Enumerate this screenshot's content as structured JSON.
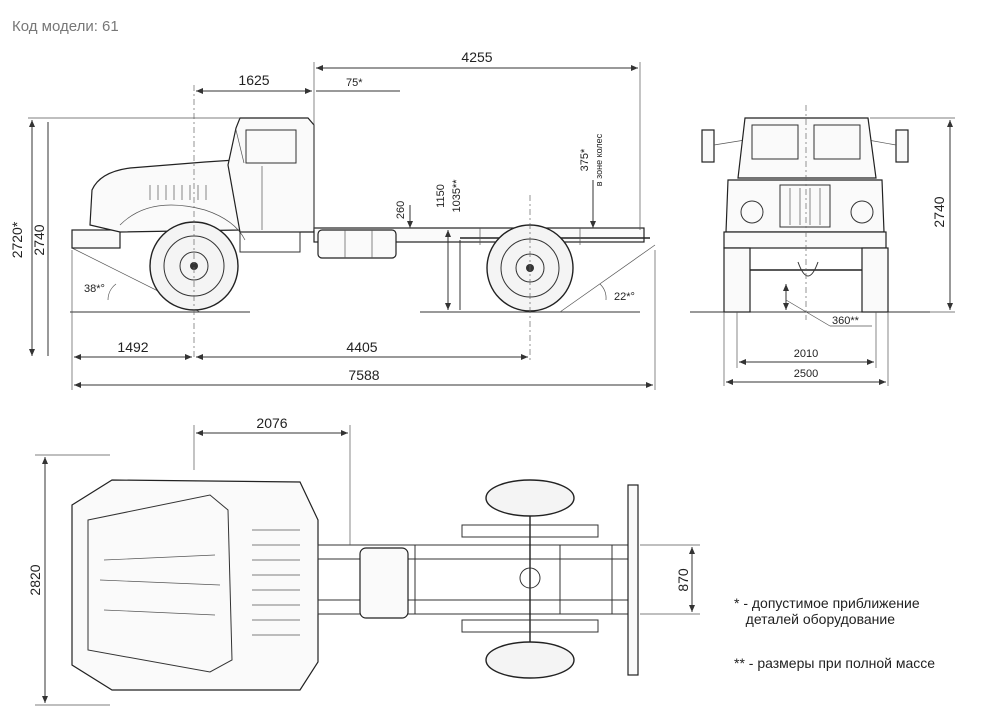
{
  "header": {
    "model_code": "Код модели: 61"
  },
  "side_view": {
    "dims": {
      "total_length": "7588",
      "front_overhang": "1492",
      "wheelbase": "4405",
      "frame_length": "4255",
      "cab_offset": "1625",
      "gap": "75*",
      "height_1": "2720*",
      "height_2": "2740",
      "frame_height": "1150",
      "frame_height_loaded": "1035**",
      "frame_offset": "260",
      "wheel_zone": "375*",
      "wheel_zone_note": "в зоне колес",
      "approach_angle": "38*°",
      "departure_angle": "22*°"
    }
  },
  "front_view": {
    "dims": {
      "height": "2740",
      "track": "2010",
      "width": "2500",
      "clearance": "360**"
    }
  },
  "top_view": {
    "dims": {
      "width": "2820",
      "cab_length": "2076",
      "frame_width": "870"
    }
  },
  "legend": {
    "note_1": "* - допустимое приближение\n   деталей оборудование",
    "note_2": "** - размеры при полной массе"
  }
}
